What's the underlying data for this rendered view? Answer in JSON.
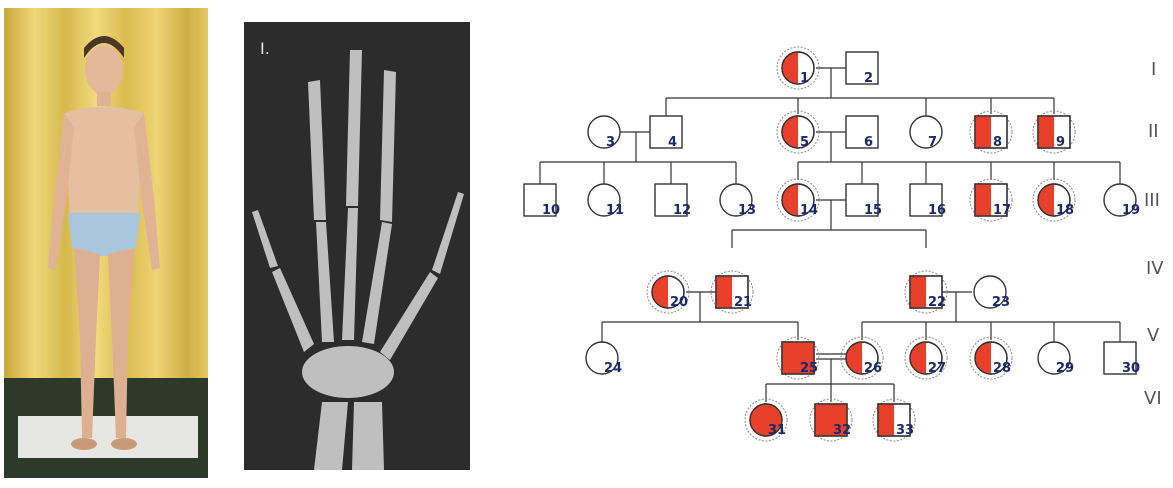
{
  "xray": {
    "label": "I."
  },
  "generations": [
    "I",
    "II",
    "III",
    "IV",
    "V",
    "VI"
  ],
  "colors": {
    "affected": "#e8402a",
    "line": "#333333",
    "label_ink": "#1a2a6c",
    "ring": "#888888"
  },
  "individuals": [
    {
      "id": "1",
      "sex": "female",
      "status": "carrier",
      "gen": "I"
    },
    {
      "id": "2",
      "sex": "male",
      "status": "unaffected",
      "gen": "I"
    },
    {
      "id": "3",
      "sex": "female",
      "status": "unaffected",
      "gen": "II"
    },
    {
      "id": "4",
      "sex": "male",
      "status": "unaffected",
      "gen": "II"
    },
    {
      "id": "5",
      "sex": "female",
      "status": "carrier",
      "gen": "II"
    },
    {
      "id": "6",
      "sex": "male",
      "status": "unaffected",
      "gen": "II"
    },
    {
      "id": "7",
      "sex": "female",
      "status": "unaffected",
      "gen": "II"
    },
    {
      "id": "8",
      "sex": "male",
      "status": "carrier",
      "gen": "II"
    },
    {
      "id": "9",
      "sex": "male",
      "status": "carrier",
      "gen": "II"
    },
    {
      "id": "10",
      "sex": "male",
      "status": "unaffected",
      "gen": "III"
    },
    {
      "id": "11",
      "sex": "female",
      "status": "unaffected",
      "gen": "III"
    },
    {
      "id": "12",
      "sex": "male",
      "status": "unaffected",
      "gen": "III"
    },
    {
      "id": "13",
      "sex": "female",
      "status": "unaffected",
      "gen": "III"
    },
    {
      "id": "14",
      "sex": "female",
      "status": "carrier",
      "gen": "III"
    },
    {
      "id": "15",
      "sex": "male",
      "status": "unaffected",
      "gen": "III"
    },
    {
      "id": "16",
      "sex": "male",
      "status": "unaffected",
      "gen": "III"
    },
    {
      "id": "17",
      "sex": "male",
      "status": "carrier",
      "gen": "III"
    },
    {
      "id": "18",
      "sex": "female",
      "status": "carrier",
      "gen": "III"
    },
    {
      "id": "19",
      "sex": "female",
      "status": "unaffected",
      "gen": "III"
    },
    {
      "id": "20",
      "sex": "female",
      "status": "carrier",
      "gen": "IV"
    },
    {
      "id": "21",
      "sex": "male",
      "status": "carrier",
      "gen": "IV"
    },
    {
      "id": "22",
      "sex": "male",
      "status": "carrier",
      "gen": "IV"
    },
    {
      "id": "23",
      "sex": "female",
      "status": "unaffected",
      "gen": "IV"
    },
    {
      "id": "24",
      "sex": "female",
      "status": "unaffected",
      "gen": "V"
    },
    {
      "id": "25",
      "sex": "male",
      "status": "affected",
      "gen": "V"
    },
    {
      "id": "26",
      "sex": "female",
      "status": "carrier",
      "gen": "V"
    },
    {
      "id": "27",
      "sex": "female",
      "status": "carrier",
      "gen": "V"
    },
    {
      "id": "28",
      "sex": "female",
      "status": "carrier",
      "gen": "V"
    },
    {
      "id": "29",
      "sex": "female",
      "status": "unaffected",
      "gen": "V"
    },
    {
      "id": "30",
      "sex": "male",
      "status": "unaffected",
      "gen": "V"
    },
    {
      "id": "31",
      "sex": "female",
      "status": "affected",
      "gen": "VI"
    },
    {
      "id": "32",
      "sex": "male",
      "status": "affected",
      "gen": "VI"
    },
    {
      "id": "33",
      "sex": "male",
      "status": "carrier",
      "gen": "VI"
    }
  ]
}
